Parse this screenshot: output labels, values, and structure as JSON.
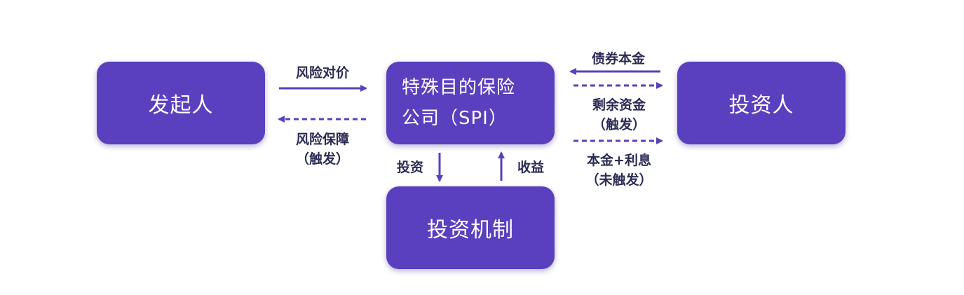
{
  "nodes": {
    "originator": "发起人",
    "spi_line1": "特殊目的保险",
    "spi_line2": "公司（SPI）",
    "investor": "投资人",
    "mechanism": "投资机制"
  },
  "edges": {
    "risk_price": "风险对价",
    "risk_protection_line1": "风险保障",
    "risk_protection_line2": "（触发）",
    "invest": "投资",
    "income": "收益",
    "bond_principal": "债券本金",
    "remaining_funds_line1": "剩余资金",
    "remaining_funds_line2": "（触发）",
    "principal_interest_line1": "本金+利息",
    "principal_interest_line2": "（未触发）"
  },
  "colors": {
    "box": "#5a3fbf",
    "arrow": "#5a3fbf",
    "label": "#2b2b55"
  }
}
